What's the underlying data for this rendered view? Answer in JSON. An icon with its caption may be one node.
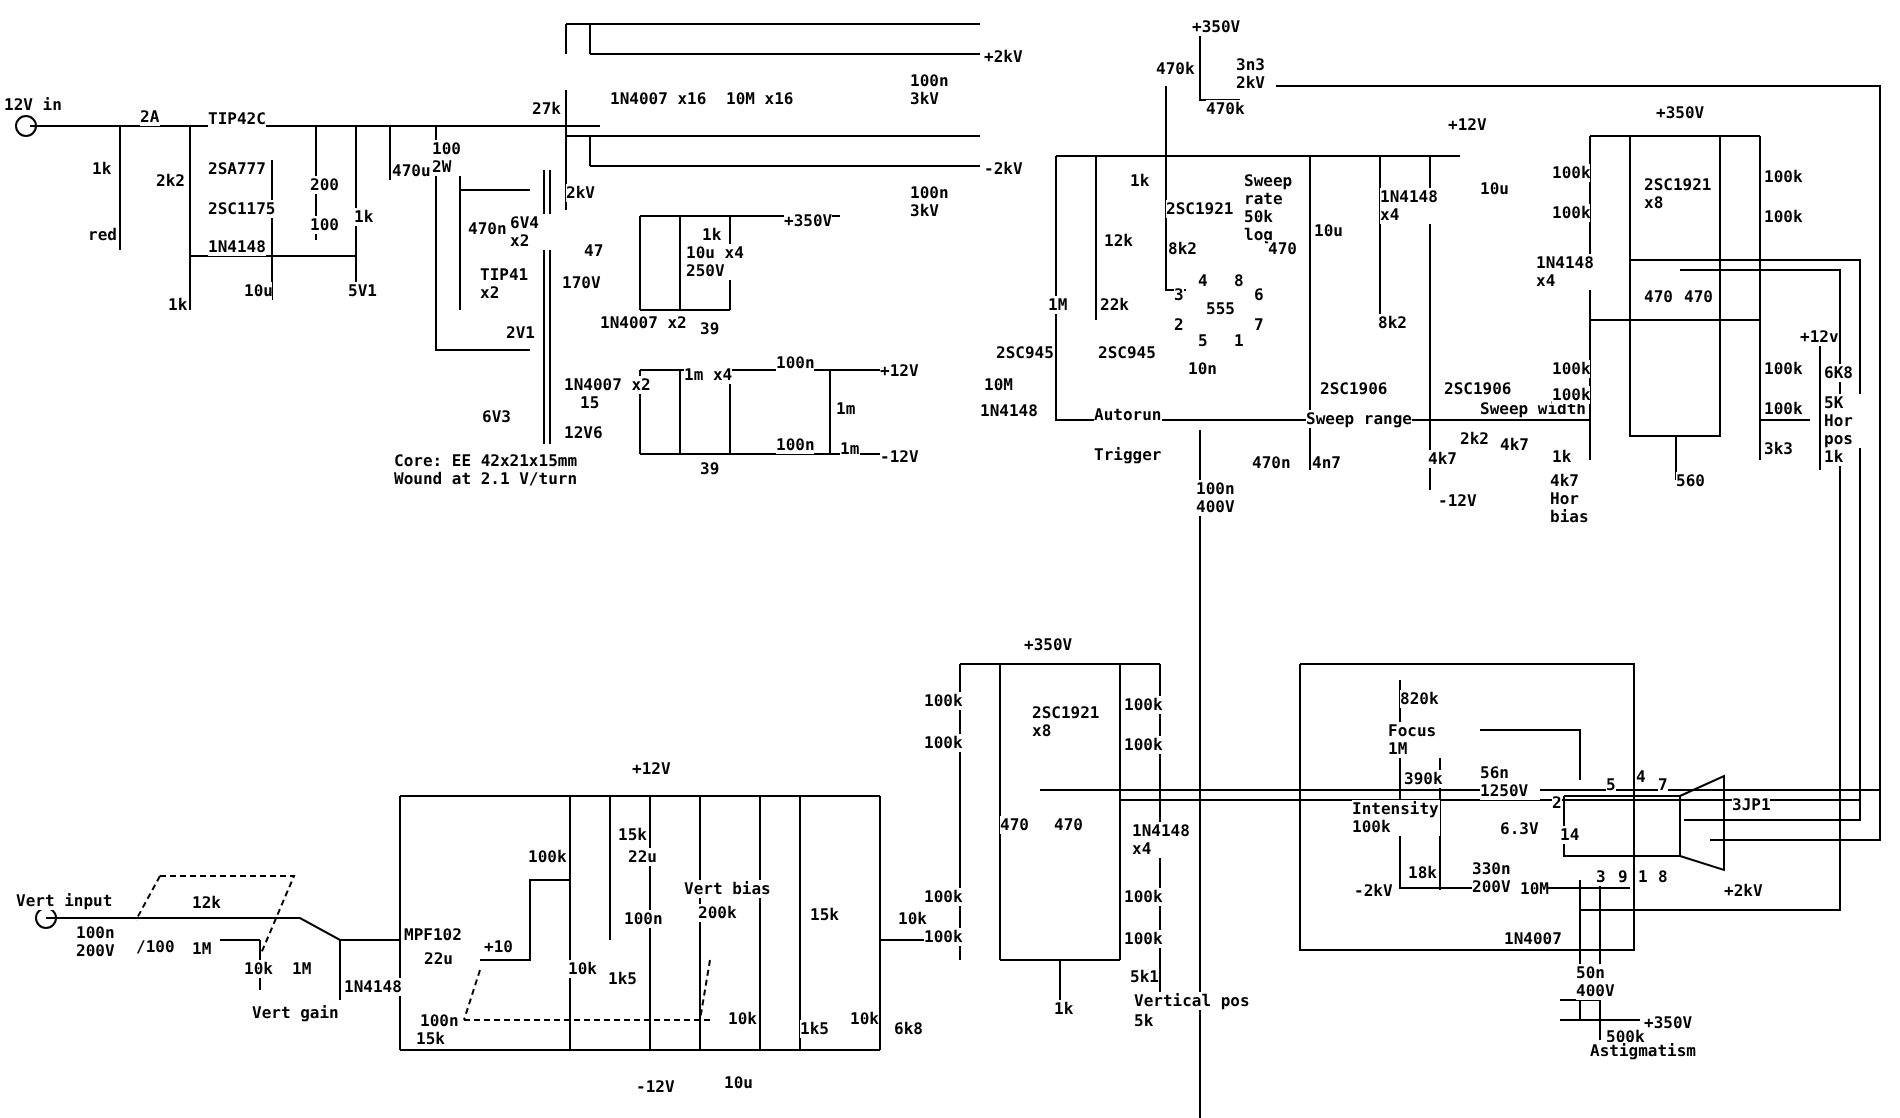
{
  "diagram": {
    "labels": [
      "12V in",
      "2A",
      "TIP42C",
      "1k",
      "2k2",
      "2SA777",
      "200",
      "470u",
      "100 2W",
      "2SC1175",
      "100",
      "1k",
      "470n",
      "6V4 x2",
      "red",
      "1N4148",
      "TIP41 x2",
      "10u",
      "5V1",
      "1k",
      "2V1",
      "27k",
      "2kV",
      "47",
      "170V",
      "1N4007 x2",
      "1N4007 x2",
      "6V3",
      "15",
      "12V6",
      "Core: EE 42x21x15mm Wound at 2.1 V/turn",
      "1N4007 x16",
      "10M x16",
      "+2kV",
      "100n 3kV",
      "-2kV",
      "100n 3kV",
      "+350V",
      "1k",
      "10u x4 250V",
      "39",
      "1m x4",
      "100n",
      "+12V",
      "1m",
      "1m",
      "39",
      "100n",
      "-12V",
      "+350V",
      "470k",
      "3n3 2kV",
      "470k",
      "1k",
      "2SC1921",
      "12k",
      "8k2",
      "1M",
      "22k",
      "4",
      "8",
      "3",
      "6",
      "555",
      "2",
      "7",
      "5",
      "1",
      "10n",
      "2SC945",
      "2SC945",
      "10M",
      "1N4148",
      "Autorun",
      "Trigger",
      "100n 400V",
      "+12V",
      "Sweep rate 50k log",
      "1N4148 x4",
      "10u",
      "10u",
      "470",
      "8k2",
      "2SC1906",
      "2SC1906",
      "Sweep range",
      "470n",
      "4n7",
      "4k7",
      "-12V",
      "Sweep width",
      "2k2",
      "4k7",
      "1k",
      "4k7 Hor bias",
      "+350V",
      "100k",
      "2SC1921 x8",
      "100k",
      "100k",
      "100k",
      "1N4148 x4",
      "470",
      "470",
      "100k",
      "100k",
      "100k",
      "100k",
      "+12v",
      "6K8",
      "5K Hor pos",
      "1k",
      "3k3",
      "560",
      "Vert input",
      "100n 200V",
      "12k",
      "/100",
      "1M",
      "10k",
      "1M",
      "Vert gain",
      "1N4148",
      "MPF102",
      "22u",
      "100n",
      "15k",
      "+10",
      "+12V",
      "15k",
      "100k",
      "22u",
      "100n",
      "10k",
      "1k5",
      "-12V",
      "Vert bias",
      "200k",
      "15k",
      "10k",
      "10k",
      "1k5",
      "10k",
      "6k8",
      "10u",
      "+350V",
      "100k",
      "2SC1921 x8",
      "100k",
      "100k",
      "100k",
      "470",
      "470",
      "1N4148 x4",
      "100k",
      "100k",
      "100k",
      "100k",
      "1k",
      "5k1",
      "Vertical pos",
      "5k",
      "820k",
      "Focus 1M",
      "390k",
      "Intensity 100k",
      "56n 1250V",
      "2",
      "6.3V",
      "14",
      "330n 200V",
      "18k",
      "-2kV",
      "10M",
      "1N4007",
      "5",
      "4",
      "7",
      "3",
      "9",
      "1",
      "8",
      "3JP1",
      "+2kV",
      "50n 400V",
      "+350V",
      "500k",
      "Astigmatism"
    ]
  }
}
